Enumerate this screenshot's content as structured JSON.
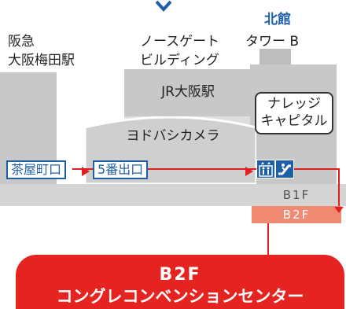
{
  "labels": {
    "north_building": "北館",
    "tower_b": "タワー B",
    "hankyu_line1": "阪急",
    "hankyu_line2": "大阪梅田駅",
    "northgate_line1": "ノースゲート",
    "northgate_line2": "ビルディング",
    "jr_osaka": "JR大阪駅",
    "yodobashi": "ヨドバシカメラ",
    "knowledge_line1": "ナレッジ",
    "knowledge_line2": "キャピタル"
  },
  "route": {
    "exit1": "茶屋町口",
    "exit2": "5番出口"
  },
  "floors": {
    "b1": "B1F",
    "b2": "B2F"
  },
  "destination": {
    "floor": "B2F",
    "name": "コングレコンベンションセンター"
  },
  "icons": [
    "arrow-down-icon",
    "elevator-icon",
    "escalator-icon"
  ],
  "colors": {
    "route_red": "#e02020",
    "route_blue": "#1f5fa8",
    "banner_red": "#e52320",
    "b2_salmon": "#f08a73"
  }
}
